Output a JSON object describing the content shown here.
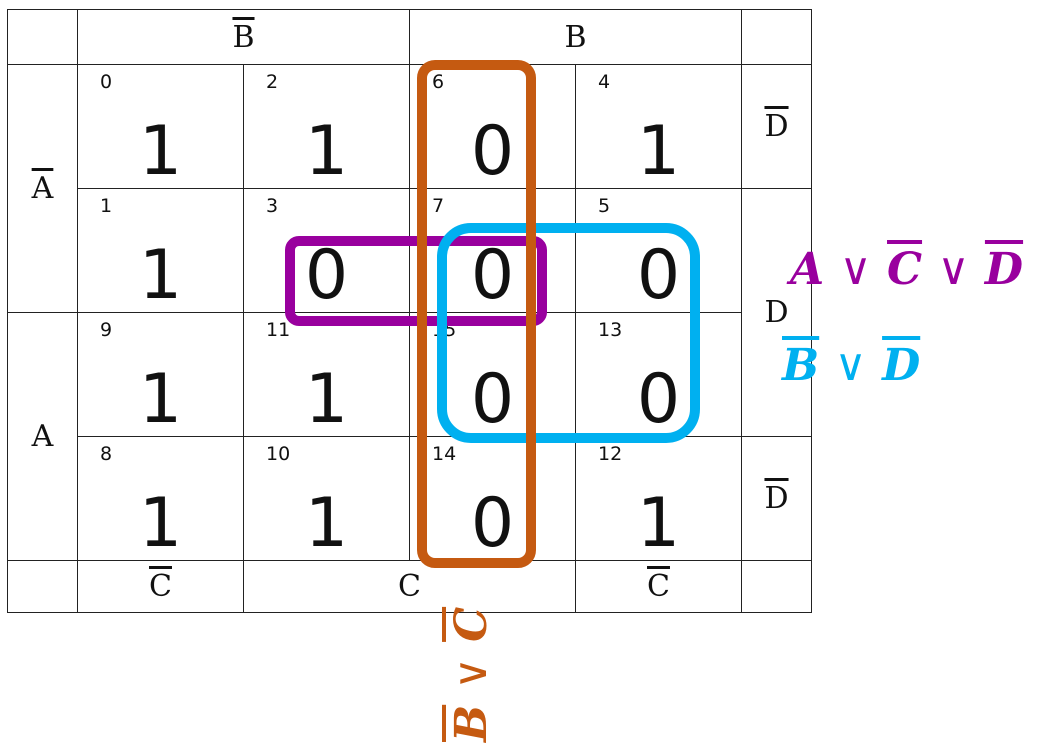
{
  "header": {
    "top_labels": [
      "B",
      "B"
    ],
    "top_overline": [
      true,
      false
    ],
    "left_labels": [
      "A",
      "A"
    ],
    "left_overline": [
      true,
      false
    ],
    "right_labels": [
      "D",
      "D",
      "D"
    ],
    "right_overline": [
      true,
      false,
      true
    ],
    "bottom_labels": [
      "C",
      "C",
      "C"
    ],
    "bottom_overline": [
      true,
      false,
      true
    ]
  },
  "cells": [
    [
      {
        "num": "0",
        "val": "1"
      },
      {
        "num": "2",
        "val": "1"
      },
      {
        "num": "6",
        "val": "0"
      },
      {
        "num": "4",
        "val": "1"
      }
    ],
    [
      {
        "num": "1",
        "val": "1"
      },
      {
        "num": "3",
        "val": "0"
      },
      {
        "num": "7",
        "val": "0"
      },
      {
        "num": "5",
        "val": "0"
      }
    ],
    [
      {
        "num": "9",
        "val": "1"
      },
      {
        "num": "11",
        "val": "1"
      },
      {
        "num": "15",
        "val": "0"
      },
      {
        "num": "13",
        "val": "0"
      }
    ],
    [
      {
        "num": "8",
        "val": "1"
      },
      {
        "num": "10",
        "val": "1"
      },
      {
        "num": "14",
        "val": "0"
      },
      {
        "num": "12",
        "val": "1"
      }
    ]
  ],
  "groups": {
    "purple": {
      "color": "#99009e",
      "expr": [
        "A",
        "∨",
        "C",
        "∨",
        "D"
      ],
      "overline": [
        false,
        false,
        true,
        false,
        true
      ]
    },
    "blue": {
      "color": "#00b0f0",
      "expr": [
        "B",
        "∨",
        "D"
      ],
      "overline": [
        true,
        false,
        true
      ]
    },
    "orange": {
      "color": "#c55a11",
      "expr": [
        "B",
        "∨",
        "C"
      ],
      "overline": [
        true,
        false,
        true
      ]
    }
  }
}
